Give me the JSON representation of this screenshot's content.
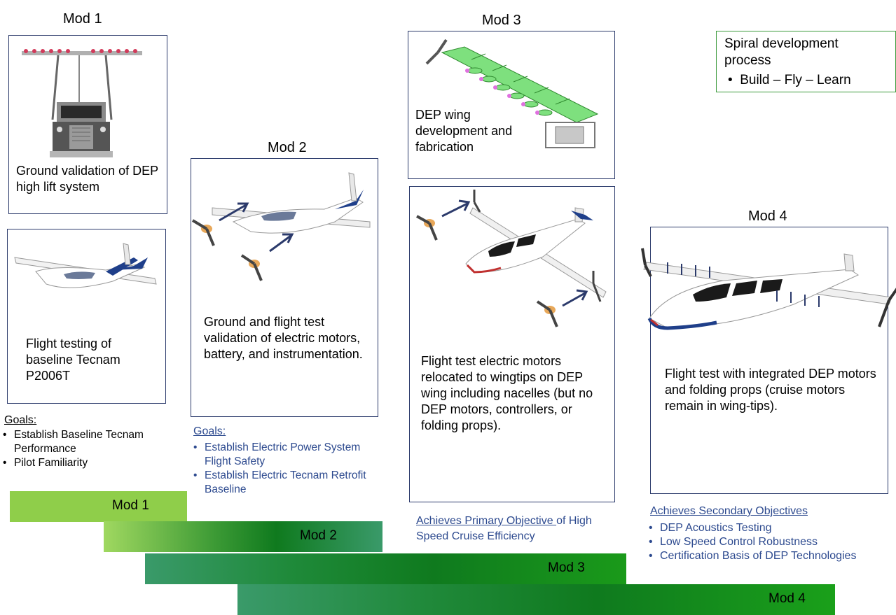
{
  "mod1": {
    "title": "Mod 1",
    "box1_text": "Ground validation of DEP high lift system",
    "box2_text": "Flight testing of baseline Tecnam P2006T",
    "goals_heading": "Goals:",
    "goals": [
      "Establish Baseline Tecnam Performance",
      "Pilot Familiarity"
    ]
  },
  "mod2": {
    "title": "Mod 2",
    "box_text": "Ground and flight test validation of electric motors, battery, and instrumentation.",
    "goals_heading": "Goals:",
    "goals": [
      "Establish Electric Power System Flight Safety",
      "Establish Electric Tecnam Retrofit Baseline"
    ]
  },
  "mod3": {
    "title": "Mod 3",
    "box1_text": "DEP wing development and fabrication",
    "box2_text": "Flight test electric motors relocated to wingtips on DEP wing including nacelles (but no DEP motors, controllers, or folding props).",
    "objective_link": "Achieves Primary Objective ",
    "objective_rest": "of High Speed Cruise Efficiency"
  },
  "mod4": {
    "title": "Mod 4",
    "box_text": "Flight test with integrated DEP motors and folding props (cruise motors remain in wing-tips).",
    "objective_heading": "Achieves Secondary Objectives",
    "objectives": [
      "DEP Acoustics Testing",
      "Low Speed Control Robustness",
      "Certification Basis of DEP Technologies"
    ]
  },
  "spiral": {
    "title": "Spiral development process",
    "bullet": "Build – Fly – Learn"
  },
  "timeline": {
    "bars": [
      {
        "label": "Mod 1"
      },
      {
        "label": "Mod 2"
      },
      {
        "label": "Mod 3"
      },
      {
        "label": "Mod 4"
      }
    ]
  },
  "colors": {
    "box_border": "#2b3a6b",
    "spiral_border": "#3a9a3a",
    "goal_blue": "#2d4a8f",
    "bar_light": "#8fce4a",
    "bar_dark": "#0f7a1e"
  }
}
